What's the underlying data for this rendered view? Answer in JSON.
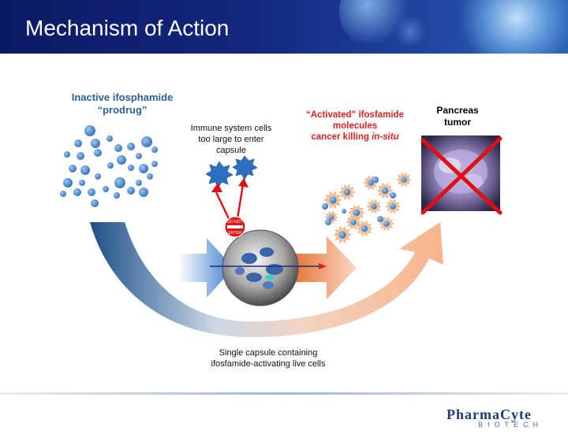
{
  "title": "Mechanism of Action",
  "labels": {
    "prodrug_line1": "Inactive ifosphamide",
    "prodrug_line2": "“prodrug”",
    "immune_line1": "Immune system cells",
    "immune_line2": "too large to enter",
    "immune_line3": "capsule",
    "activated_line1": "“Activated” ifosfamide",
    "activated_line2": "molecules",
    "activated_line3": "cancer killing",
    "activated_line3_em": "in-situ",
    "pancreas_line1": "Pancreas",
    "pancreas_line2": "tumor",
    "capsule_line1": "Single capsule containing",
    "capsule_line2": "ifosfamide-activating live cells",
    "sign_line1": "DO NOT",
    "sign_line2": "ENTER"
  },
  "logo": {
    "main": "PharmaCyte",
    "sub": "BIOTECH"
  },
  "colors": {
    "header": "#14277e",
    "prodrug_text": "#2a5f9a",
    "molecule": "#4d8fd4",
    "activated_text": "#e02020",
    "arc_start": "#1c4f86",
    "arc_end": "#f2a070",
    "cross": "#e01010"
  }
}
